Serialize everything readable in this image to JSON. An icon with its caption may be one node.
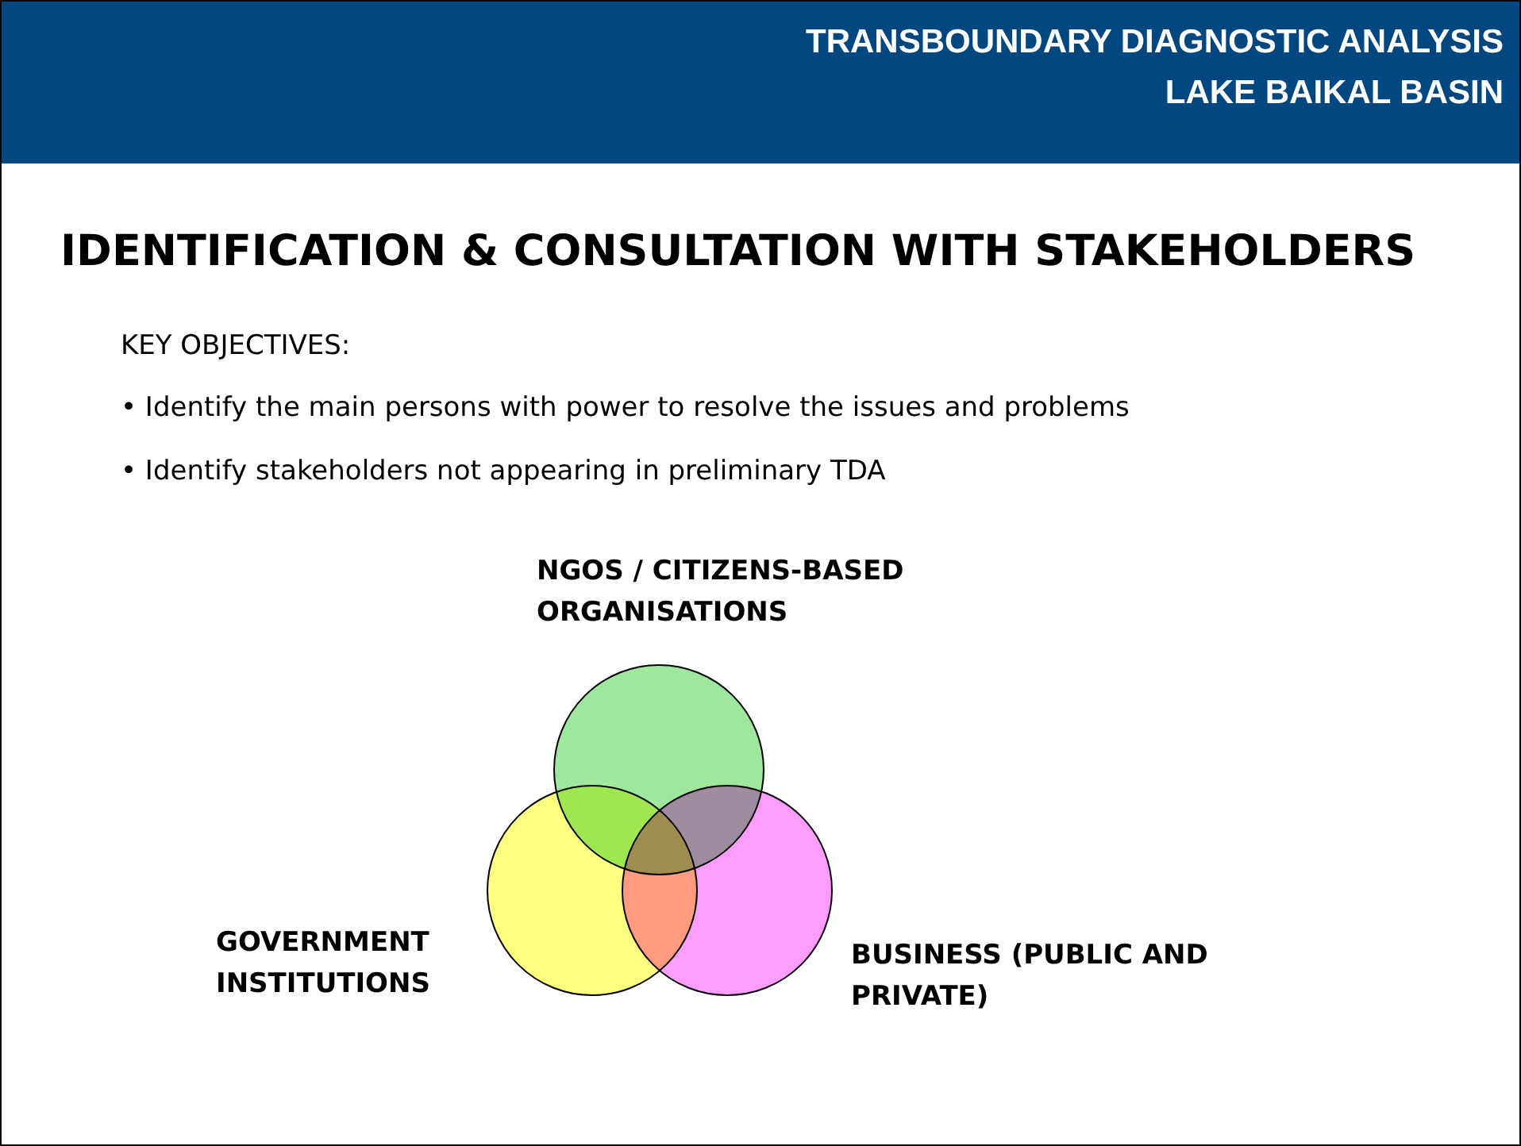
{
  "diagram": {
    "title": "IDENTIFICATION & CONSULTATION WITH STAKEHOLDERS",
    "nodes": [
      {
        "text": [
          "NGOS / CITIZENS-BASED ORGANISATIONS"
        ]
      },
      {
        "text": [
          "GOVERNMENT INSTITUTIONS"
        ]
      },
      {
        "text": [
          "BUSINESS (PUBLIC AND PRIVATE)"
        ]
      }
    ],
    "labels": [
      "TRANSBOUNDARY DIAGNOSTIC ANALYSIS",
      "LAKE BAIKAL BASIN",
      "KEY OBJECTIVES:",
      "• Identify the main persons with power to resolve the issues and problems",
      "• Identify stakeholders not appearing in preliminary TDA"
    ]
  }
}
